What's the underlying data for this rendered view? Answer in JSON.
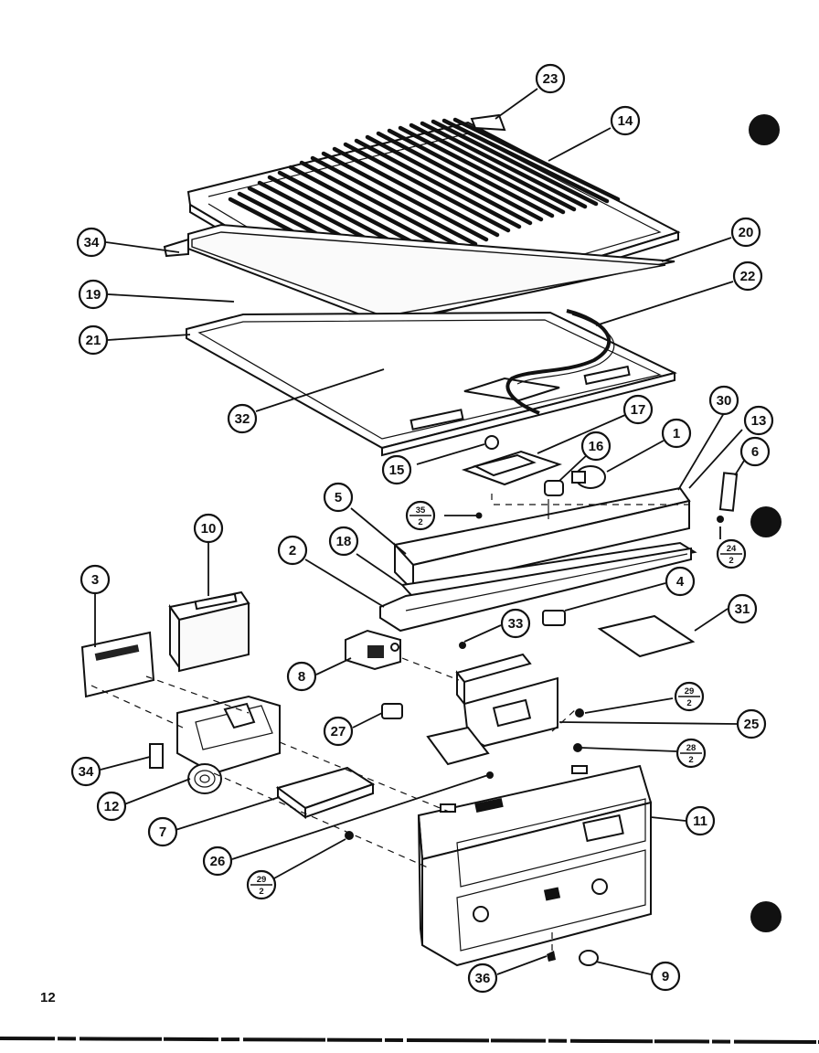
{
  "page": {
    "number": "12"
  },
  "callouts": {
    "c23": "23",
    "c14": "14",
    "c34a": "34",
    "c20": "20",
    "c19": "19",
    "c22": "22",
    "c21": "21",
    "c32": "32",
    "c17": "17",
    "c30": "30",
    "c13": "13",
    "c16": "16",
    "c1": "1",
    "c6": "6",
    "c15": "15",
    "c5": "5",
    "c10": "10",
    "c18": "18",
    "c2": "2",
    "c3": "3",
    "c4": "4",
    "c31": "31",
    "c33": "33",
    "c8": "8",
    "c27": "27",
    "c25": "25",
    "c34b": "34",
    "c12": "12",
    "c7": "7",
    "c11": "11",
    "c26": "26",
    "c36": "36",
    "c9": "9"
  },
  "fractions": {
    "f35": {
      "num": "35",
      "den": "2"
    },
    "f24": {
      "num": "24",
      "den": "2"
    },
    "f29a": {
      "num": "29",
      "den": "2"
    },
    "f28": {
      "num": "28",
      "den": "2"
    },
    "f29b": {
      "num": "29",
      "den": "2"
    }
  }
}
